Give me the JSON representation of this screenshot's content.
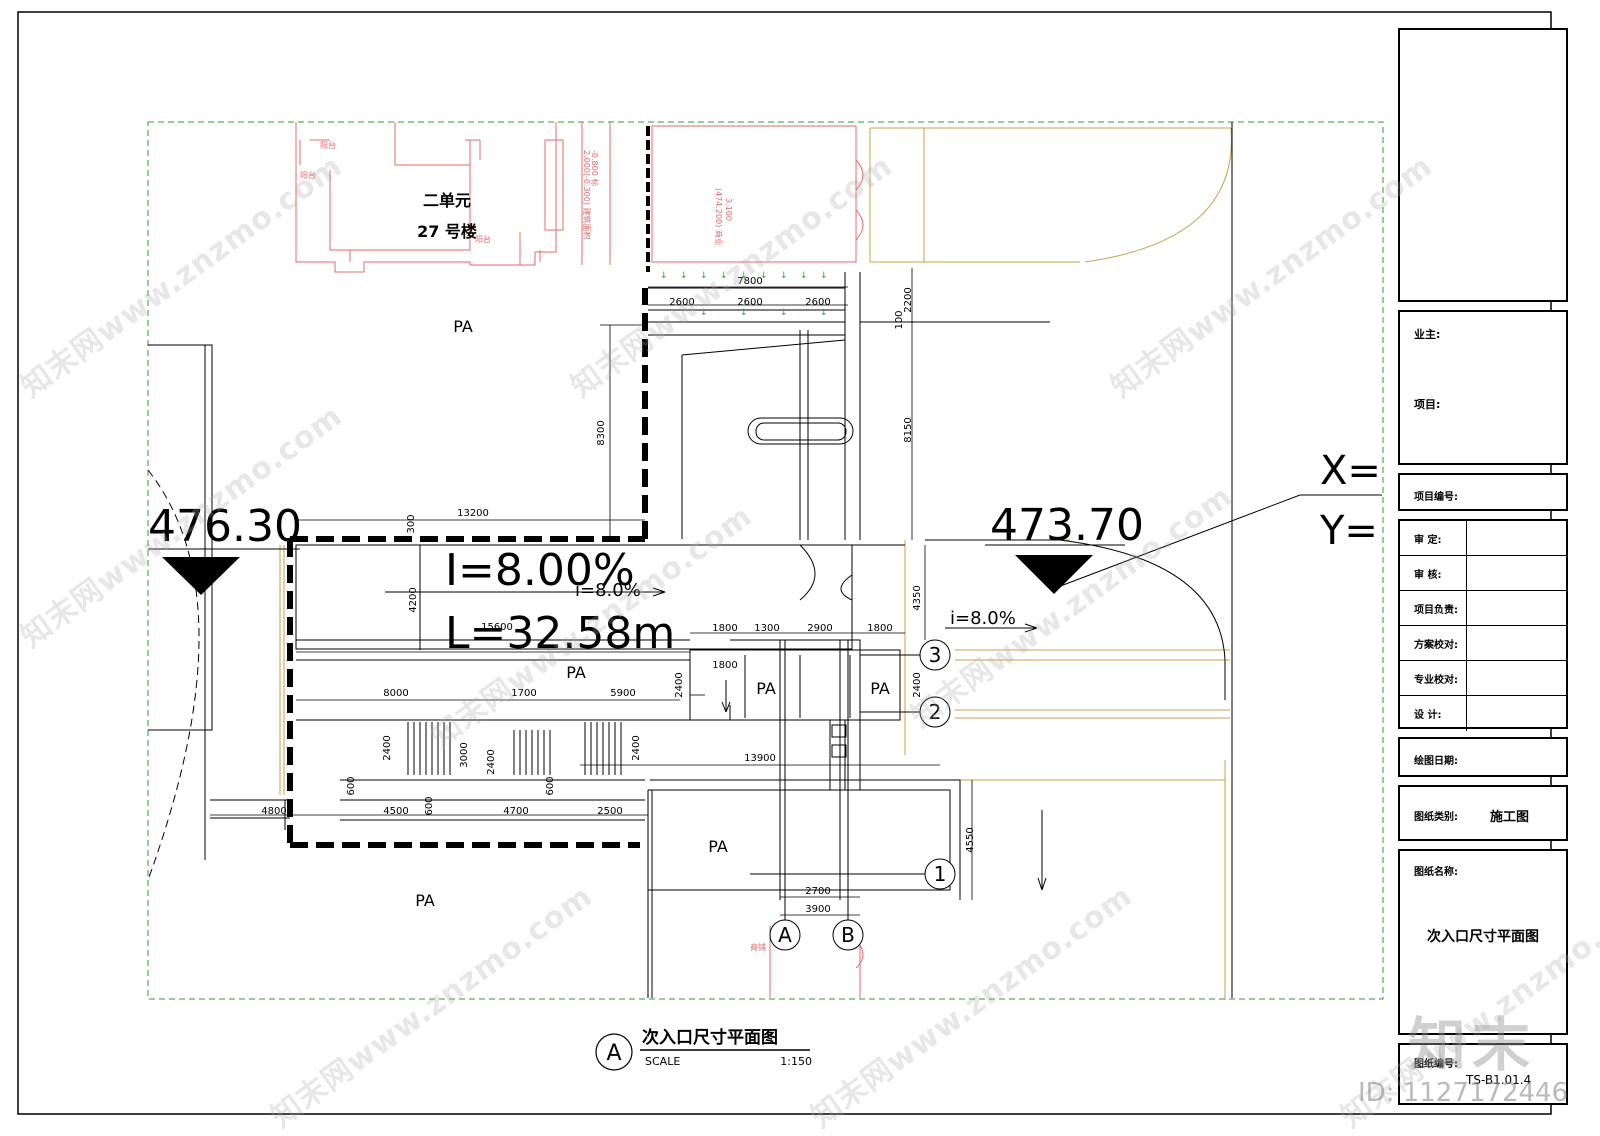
{
  "drawing": {
    "building_name_line1": "二单元",
    "building_name_line2": "27 号楼",
    "area_labels": [
      "PA",
      "PA",
      "PA",
      "PA",
      "PA",
      "PA"
    ],
    "elevation_left": "476.30",
    "elevation_right": "473.70",
    "slope_big": "I=8.00%",
    "slope_small_1": "i=8.0%",
    "slope_small_2": "i=8.0%",
    "length_big": "L=32.58m",
    "coord_x": "X=",
    "coord_y": "Y=",
    "axis_labels": [
      "1",
      "2",
      "3",
      "A",
      "B"
    ],
    "dimensions": {
      "d7800": "7800",
      "d2600a": "2600",
      "d2600b": "2600",
      "d2600c": "2600",
      "d2200": "2200",
      "d100": "100",
      "d8150": "8150",
      "d8300": "8300",
      "d13200": "13200",
      "d300": "300",
      "d4200": "4200",
      "d15600": "15600",
      "d1800a": "1800",
      "d1300": "1300",
      "d2900": "2900",
      "d1800b": "1800",
      "d1800c": "1800",
      "d4350": "4350",
      "d2400a": "2400",
      "d2400b": "2400",
      "d8000": "8000",
      "d1700": "1700",
      "d5900": "5900",
      "d2400c": "2400",
      "d3000": "3000",
      "d2400d": "2400",
      "d2400e": "2400",
      "d13900": "13900",
      "d600a": "600",
      "d600b": "600",
      "d600c": "600",
      "d4800": "4800",
      "d4500": "4500",
      "d4700": "4700",
      "d2500": "2500",
      "d4550": "4550",
      "d2700": "2700",
      "d3900": "3900"
    }
  },
  "caption": {
    "marker": "A",
    "title": "次入口尺寸平面图",
    "scale_label": "SCALE",
    "scale_value": "1:150"
  },
  "title_block": {
    "owner_label": "业主:",
    "project_label": "项目:",
    "project_no_label": "项目编号:",
    "approvals": [
      "审    定:",
      "审    核:",
      "项目负责:",
      "方案校对:",
      "专业校对:",
      "设    计:"
    ],
    "date_label": "绘图日期:",
    "category_label": "图纸类别:",
    "category_value": "施工图",
    "name_label": "图纸名称:",
    "name_value": "次入口尺寸平面图",
    "number_label": "图纸编号:",
    "number_value": "TS-B1.01.4"
  },
  "watermark": {
    "text": "知末网www.znzmo.com",
    "logo_text": "知末",
    "id_text": "ID: 1127172446"
  },
  "colors": {
    "line": "#000000",
    "building_red": "#e36b6b",
    "site_boundary": "#2f9e2f",
    "road_edge": "#c8a24a"
  }
}
